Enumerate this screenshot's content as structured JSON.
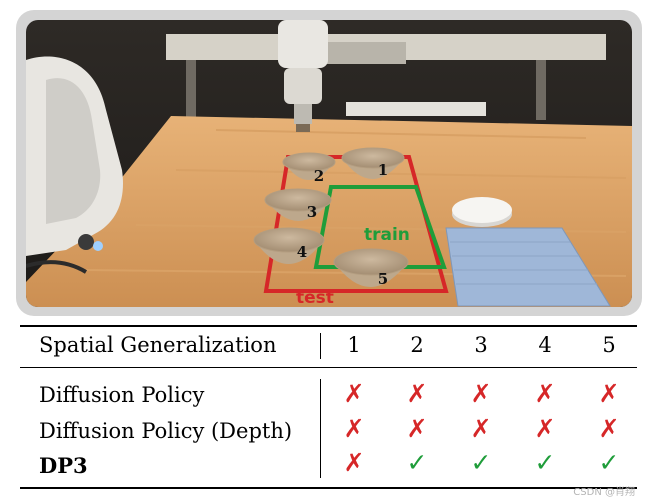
{
  "photo": {
    "labels": {
      "test": "test",
      "train": "train",
      "test_color": "#d62728",
      "train_color": "#1f9d3a"
    },
    "bowls": [
      "1",
      "2",
      "3",
      "4",
      "5"
    ]
  },
  "table": {
    "header": {
      "label": "Spatial Generalization",
      "positions": [
        "1",
        "2",
        "3",
        "4",
        "5"
      ]
    },
    "rows": [
      {
        "method": "Diffusion Policy",
        "results": [
          "cross",
          "cross",
          "cross",
          "cross",
          "cross"
        ]
      },
      {
        "method": "Diffusion Policy (Depth)",
        "results": [
          "cross",
          "cross",
          "cross",
          "cross",
          "cross"
        ]
      },
      {
        "method": "DP3",
        "results": [
          "cross",
          "check",
          "check",
          "check",
          "check"
        ]
      }
    ],
    "symbols": {
      "cross": "✗",
      "check": "✓"
    },
    "colors": {
      "cross": "#d62728",
      "check": "#1f9d3a"
    }
  },
  "watermark": "CSDN @肖翔"
}
